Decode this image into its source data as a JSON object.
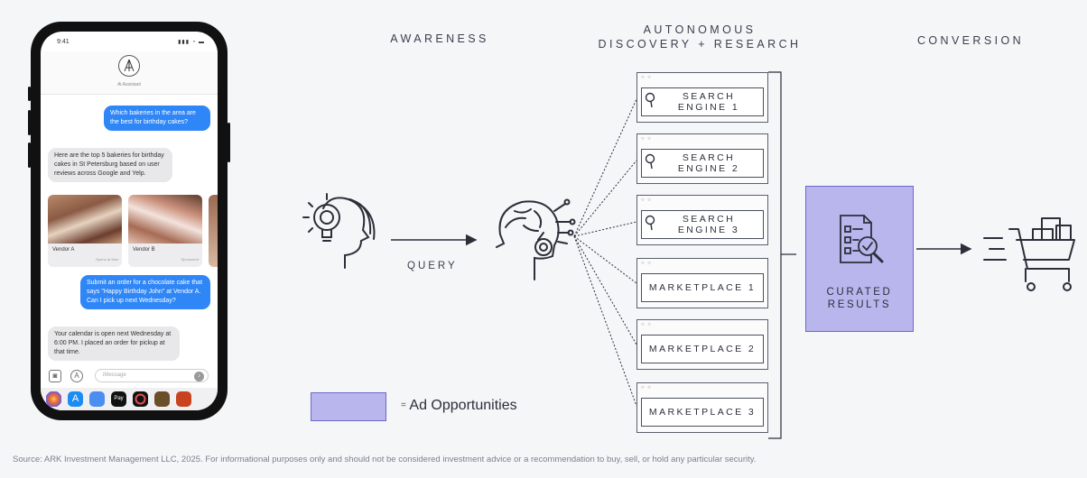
{
  "phone": {
    "status_time": "9:41",
    "status_icons": "▮▮▮ ◔ ▬",
    "contact_name": "Ai Assistant",
    "messages": [
      {
        "text": "Which bakeries in the area are the best for birthday cakes?"
      },
      {
        "text": "Here are the top 5 bakeries for birthday cakes in St Petersburg based on user reviews across Google and Yelp."
      },
      {
        "text": "Submit an order for a chocolate cake that says \"Happy Birthday John\" at Vendor A. Can I pick up next Wednesday?"
      },
      {
        "text": "Your calendar is open next Wednesday at 6:00 PM. I placed an order for pickup at that time."
      }
    ],
    "vendors": [
      {
        "name": "Vendor A",
        "sub": "Opens at 9am"
      },
      {
        "name": "Vendor B",
        "sub": "Sponsored"
      }
    ],
    "compose_placeholder": "iMessage",
    "compose_icons": [
      "camera-icon",
      "app-store-icon"
    ]
  },
  "stages": {
    "awareness": "AWARENESS",
    "discovery_line1": "AUTONOMOUS",
    "discovery_line2": "DISCOVERY + RESEARCH",
    "conversion": "CONVERSION"
  },
  "query_label": "QUERY",
  "sources": [
    {
      "line1": "SEARCH",
      "line2": "ENGINE 1",
      "dots": "○ ○"
    },
    {
      "line1": "SEARCH",
      "line2": "ENGINE 2",
      "dots": "○ ○"
    },
    {
      "line1": "SEARCH",
      "line2": "ENGINE 3",
      "dots": "○ ○"
    },
    {
      "line1": "MARKETPLACE 1",
      "line2": "",
      "dots": "○ ○"
    },
    {
      "line1": "MARKETPLACE 2",
      "line2": "",
      "dots": "○ ○"
    },
    {
      "line1": "MARKETPLACE 3",
      "line2": "",
      "dots": "○ ○"
    }
  ],
  "curated": {
    "line1": "CURATED",
    "line2": "RESULTS"
  },
  "legend": {
    "label": "Ad Opportunities",
    "marker": "="
  },
  "colors": {
    "ad_fill": "#b9b6ee",
    "ad_border": "#6d68c9",
    "imessage_blue": "#2f86f6",
    "ink": "#2b2f3a"
  },
  "source_note": "Source: ARK Investment Management LLC, 2025. For informational purposes only and should not be considered investment advice or a recommendation to buy, sell, or hold any particular security."
}
